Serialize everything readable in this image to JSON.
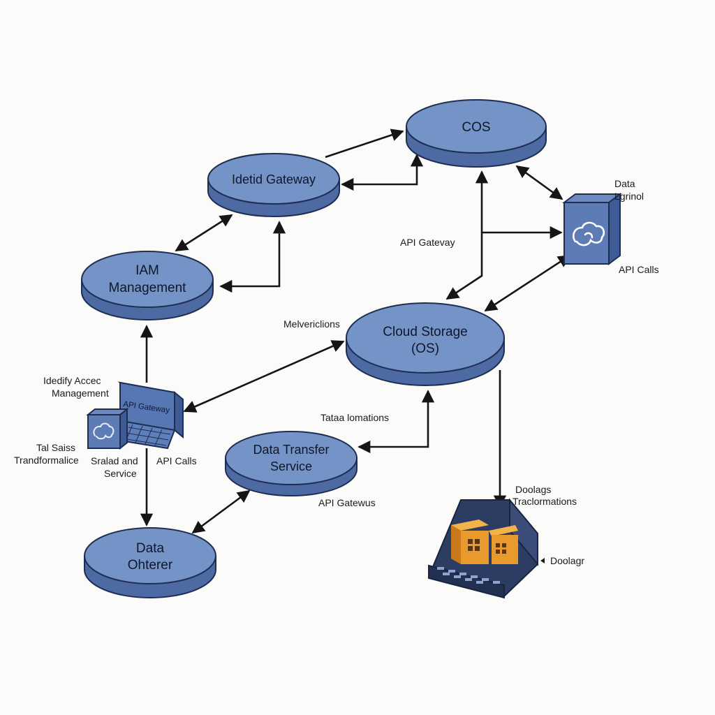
{
  "colors": {
    "background": "#fbfbfa",
    "node_top": "#7493c6",
    "node_side": "#4d6aa3",
    "node_stroke": "#1f2d52",
    "arrow": "#151515",
    "dark_device": "#2d3c62",
    "orange_block": "#e89a2c"
  },
  "nodes": {
    "cos": "COS",
    "identity_gateway": "Idetid Gateway",
    "iam_line1": "IAM",
    "iam_line2": "Management",
    "cloud_storage_line1": "Cloud Storage",
    "cloud_storage_line2": "(OS)",
    "data_transfer_line1": "Data Transfer",
    "data_transfer_line2": "Service",
    "data_center_line1": "Data",
    "data_center_line2": "Ohterer"
  },
  "labels": {
    "data_lgrinol_line1": "Data",
    "data_lgrinol_line2": "Lgrinol",
    "api_calls_right": "API Calls",
    "api_gateway_mid": "API Gatevay",
    "melvericlions": "Melvericlions",
    "identity_access_line1": "Idedify Accec",
    "identity_access_line2": "Management",
    "api_gateway_device": "API Gateway",
    "tal_saiss_line1": "Tal Saiss",
    "tal_saiss_line2": "Trandformalice",
    "sraled_line1": "Sralad and",
    "sraled_line2": "Service",
    "api_calls_left": "API Calls",
    "tataa_lomations": "Tataa lomations",
    "api_gateways_bottom": "API Gatewus",
    "doolags_line1": "Doolags",
    "doolags_line2": "Traclormations",
    "doolagr": "Doolagr"
  },
  "icons": [
    "swirl-cloud-icon",
    "laptop-keyboard-icon",
    "swirl-cloud-small-icon",
    "orange-server-block-icon"
  ]
}
